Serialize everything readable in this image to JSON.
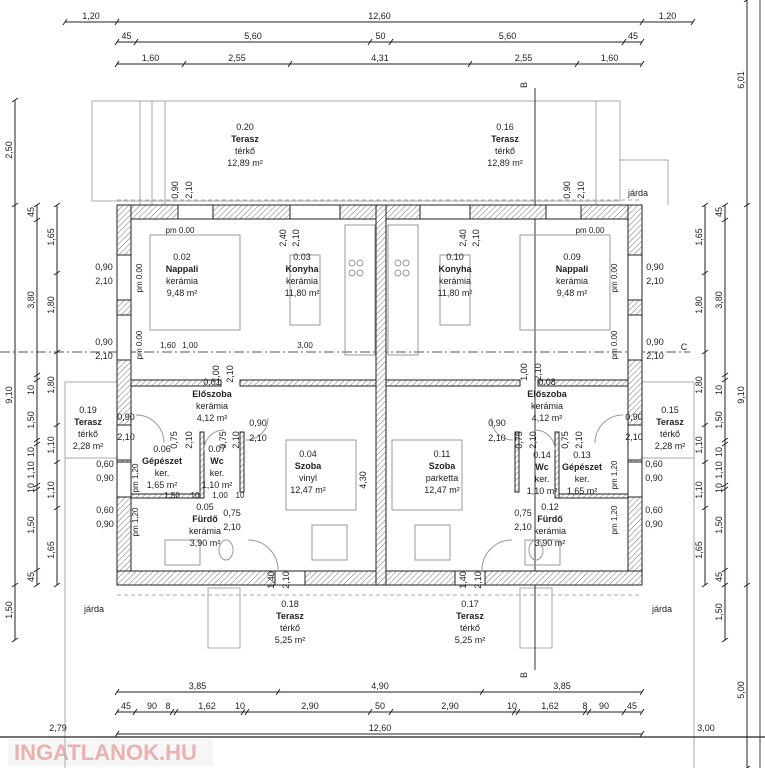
{
  "title": "Floor plan – semi-detached house, ground floor",
  "dims": {
    "top_overall": [
      "1,20",
      "12,60",
      "1,20"
    ],
    "top_walls": [
      "45",
      "5,60",
      "50",
      "5,60",
      "45"
    ],
    "top_openings": [
      "1,60",
      "2,55",
      "4,31",
      "2,55",
      "1,60"
    ],
    "bottom_rooms": [
      "3,85",
      "4,90",
      "3,85"
    ],
    "bottom_walls": [
      "45",
      "90",
      "8",
      "1,62",
      "10",
      "2,90",
      "50",
      "2,90",
      "10",
      "1,62",
      "8",
      "90",
      "45"
    ],
    "bottom_overall": [
      "2,79",
      "12,60",
      "3,00"
    ],
    "left_outer": [
      "2,50",
      "9,10",
      "1,50"
    ],
    "left_walls": [
      "45",
      "3,80",
      "10",
      "1,50",
      "10",
      "1,10",
      "10",
      "1,50",
      "45"
    ],
    "left_openings": [
      "1,65",
      "1,80",
      "1,80",
      "1,10",
      "1,10",
      "1,65"
    ],
    "right_outer": [
      "6,01",
      "9,10",
      "5,00"
    ],
    "right_walls": [
      "45",
      "3,80",
      "10",
      "1,50",
      "10",
      "1,10",
      "10",
      "1,50",
      "45",
      "1,50"
    ],
    "right_openings": [
      "1,65",
      "1,80",
      "1,80",
      "1,10",
      "1,10",
      "1,65"
    ]
  },
  "rooms": [
    {
      "no": "0.20",
      "name": "Terasz",
      "mat": "térkő",
      "area": "12,89 m²"
    },
    {
      "no": "0.16",
      "name": "Terasz",
      "mat": "térkő",
      "area": "12,89 m²"
    },
    {
      "no": "0.02",
      "name": "Nappali",
      "mat": "kerámia",
      "area": "9,48 m²"
    },
    {
      "no": "0.03",
      "name": "Konyha",
      "mat": "kerámia",
      "area": "11,80 m²"
    },
    {
      "no": "0.10",
      "name": "Konyha",
      "mat": "kerámia",
      "area": "11,80 m²"
    },
    {
      "no": "0.09",
      "name": "Nappali",
      "mat": "kerámia",
      "area": "9,48 m²"
    },
    {
      "no": "0.01",
      "name": "Előszoba",
      "mat": "kerámia",
      "area": "4,12 m²"
    },
    {
      "no": "0.08",
      "name": "Előszoba",
      "mat": "kerámia",
      "area": "4,12 m²"
    },
    {
      "no": "0.19",
      "name": "Terasz",
      "mat": "térkő",
      "area": "2,28 m²"
    },
    {
      "no": "0.15",
      "name": "Terasz",
      "mat": "térkő",
      "area": "2,28 m²"
    },
    {
      "no": "0.06",
      "name": "Gépészet",
      "mat": "ker.",
      "area": "1,65 m²"
    },
    {
      "no": "0.07",
      "name": "Wc",
      "mat": "ker.",
      "area": "1,10 m²"
    },
    {
      "no": "0.14",
      "name": "Wc",
      "mat": "ker.",
      "area": "1,10 m²"
    },
    {
      "no": "0.13",
      "name": "Gépészet",
      "mat": "ker.",
      "area": "1,65 m²"
    },
    {
      "no": "0.04",
      "name": "Szoba",
      "mat": "vinyl",
      "area": "12,47 m²"
    },
    {
      "no": "0.11",
      "name": "Szoba",
      "mat": "parketta",
      "area": "12,47 m²"
    },
    {
      "no": "0.05",
      "name": "Fürdő",
      "mat": "kerámia",
      "area": "3,90 m²"
    },
    {
      "no": "0.12",
      "name": "Fürdő",
      "mat": "kerámia",
      "area": "3,90 m²"
    },
    {
      "no": "0.18",
      "name": "Terasz",
      "mat": "térkő",
      "area": "5,25 m²"
    },
    {
      "no": "0.17",
      "name": "Terasz",
      "mat": "térkő",
      "area": "5,25 m²"
    }
  ],
  "openings": [
    "0,90",
    "2,10",
    "0,90",
    "2,10",
    "2,40",
    "2,10",
    "2,40",
    "2,10",
    "0,90",
    "2,10",
    "0,90",
    "2,10",
    "0,90",
    "2,10",
    "0,90",
    "2,10",
    "0,90",
    "2,10",
    "0,90",
    "2,10",
    "0,75",
    "2,10",
    "0,75",
    "2,10",
    "0,90",
    "2,10",
    "0,75",
    "2,10",
    "0,75",
    "2,10",
    "0,90",
    "2,10",
    "0,60",
    "0,90",
    "0,60",
    "0,90",
    "0,60",
    "0,90",
    "0,60",
    "0,90",
    "0,75",
    "2,10",
    "0,75",
    "2,10",
    "1,40",
    "2,10",
    "1,40",
    "2,10",
    "1,00",
    "2,10",
    "1,00",
    "2,10",
    "4,30"
  ],
  "interior_dims": [
    "1,60",
    "1,00",
    "3,00",
    "1,50",
    "10",
    "1,00",
    "10"
  ],
  "levels": [
    "pm 0.00",
    "pm 0.00",
    "pm 0.00",
    "pm 0.00",
    "pm 0.00",
    "pm 0.00",
    "pm 1,20",
    "pm 1,20",
    "pm 1,20",
    "pm 1,20"
  ],
  "section_marks": [
    "B",
    "B",
    "C"
  ],
  "sidewalk": [
    "járda",
    "járda",
    "járda"
  ],
  "watermark": "INGATLANOK.HU"
}
